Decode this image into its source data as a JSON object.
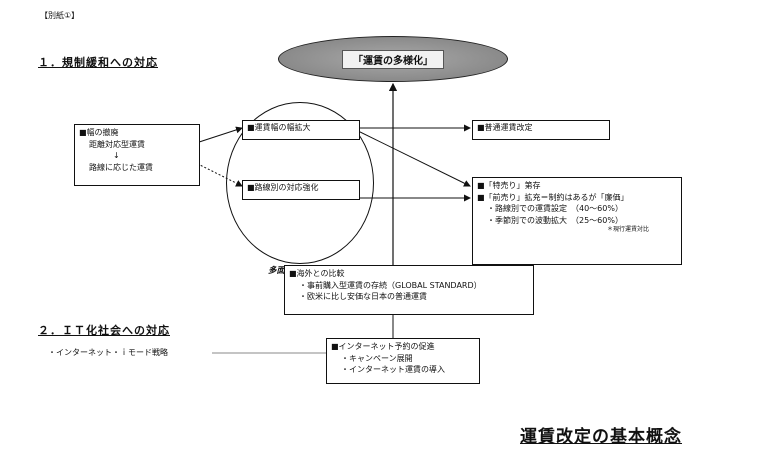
{
  "header": {
    "tag": "【別紙①】"
  },
  "sections": {
    "s1": "１．規制緩和への対応",
    "s2": "２．ＩＴ化社会への対応"
  },
  "ellipse": {
    "label": "「運賃の多様化」"
  },
  "left_box": {
    "title": "■幅の撤廃",
    "line1": "距離対応型運賃",
    "arrow": "↓",
    "line2": "路線に応じた運賃"
  },
  "circle": {
    "box1": "■運賃幅の幅拡大",
    "box2": "■路線別の対応強化",
    "caption": "多面的な拡大"
  },
  "right_box1": {
    "title": "■普通運賃改定"
  },
  "right_box2": {
    "line1": "■「特売り」第存",
    "line2": "■「前売り」拡充＝制約はあるが「廉価」",
    "line3": "・路線別での運賃設定　（40～60%）",
    "line4": "・季節別での波動拡大　（25～60%）",
    "note": "＊現行運賃対比"
  },
  "compare_box": {
    "title": "■海外との比較",
    "line1": "・事前購入型運賃の存続（GLOBAL STANDARD）",
    "line2": "・欧米に比し安価な日本の普通運賃"
  },
  "it_left": {
    "label": "・インターネット・ｉモード戦略"
  },
  "it_box": {
    "title": "■インターネット予約の促進",
    "line1": "・キャンペーン展開",
    "line2": "・インターネット運賃の導入"
  },
  "footer": {
    "title": "運賃改定の基本概念"
  }
}
